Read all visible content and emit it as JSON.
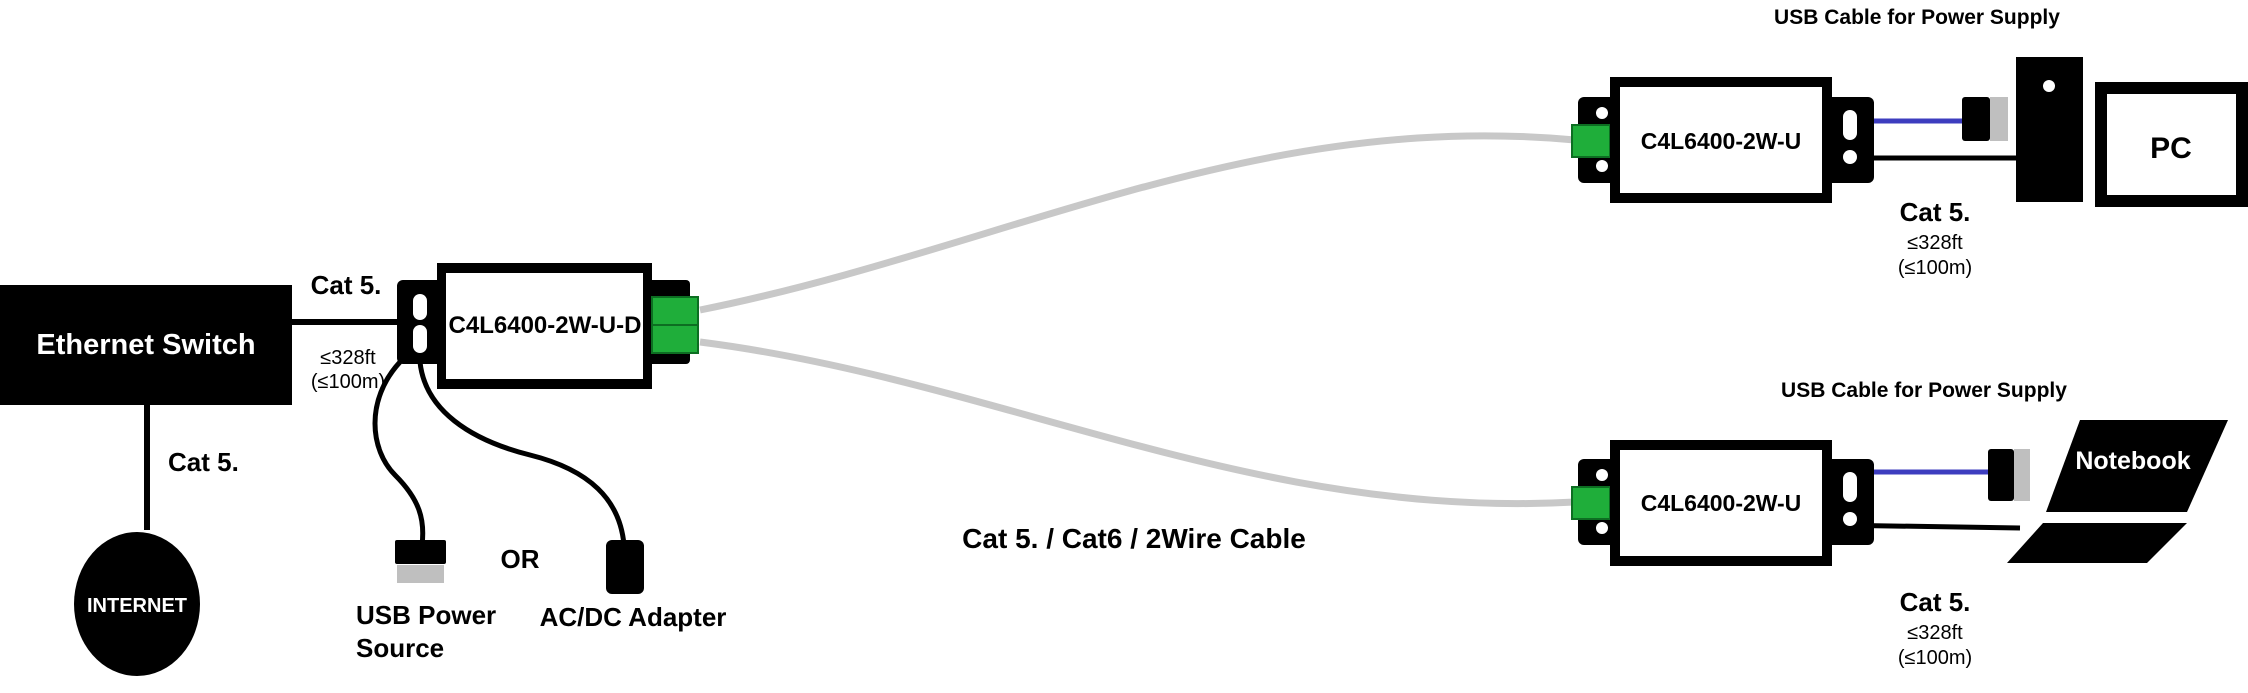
{
  "colors": {
    "black": "#000000",
    "white": "#ffffff",
    "connector_green": "#1fae3a",
    "cable_gray": "#c8c8c8",
    "usb_blue": "#3d3dbf",
    "plug_gray": "#bfbfbf"
  },
  "nodes": {
    "ethernet_switch": "Ethernet Switch",
    "internet": "INTERNET",
    "main_unit": "C4L6400-2W-U-D",
    "remote_unit_top": "C4L6400-2W-U",
    "remote_unit_bottom": "C4L6400-2W-U",
    "pc": "PC",
    "notebook": "Notebook",
    "usb_power_line1": "USB Power",
    "usb_power_line2": "Source",
    "or": "OR",
    "ac_dc_adapter": "AC/DC Adapter"
  },
  "labels": {
    "cat5_switch_to_unit": "Cat 5.",
    "dist_switch_ft": "≤328ft",
    "dist_switch_m": "(≤100m)",
    "cat5_internet": "Cat 5.",
    "main_cable": "Cat 5. / Cat6 / 2Wire Cable",
    "usb_cable_top": "USB Cable for Power Supply",
    "usb_cable_bottom": "USB Cable for Power Supply",
    "cat5_pc": "Cat 5.",
    "dist_pc_ft": "≤328ft",
    "dist_pc_m": "(≤100m)",
    "cat5_notebook": "Cat 5.",
    "dist_notebook_ft": "≤328ft",
    "dist_notebook_m": "(≤100m)"
  }
}
